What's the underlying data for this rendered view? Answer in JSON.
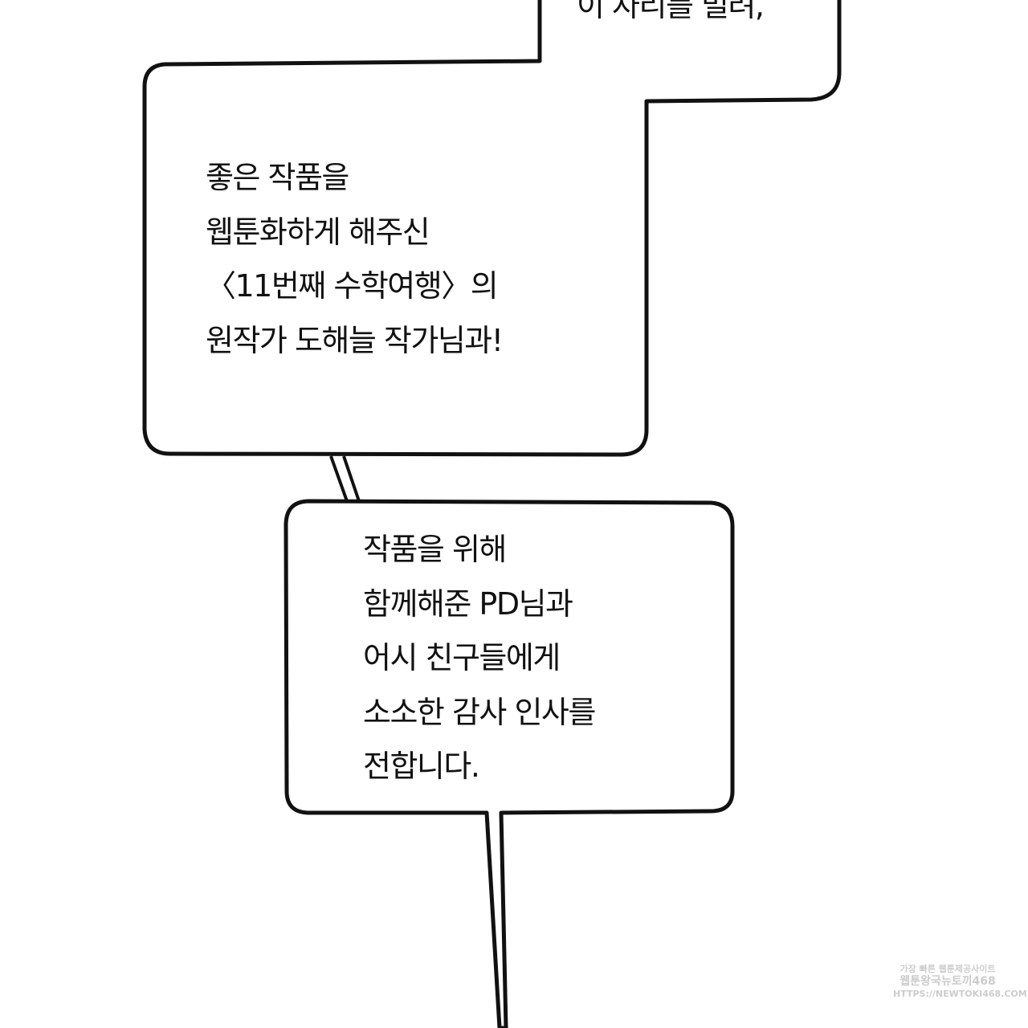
{
  "bubble_top": {
    "lines": [
      "이 자리를 빌려,"
    ]
  },
  "bubble_middle": {
    "lines": [
      "좋은 작품을",
      "웹툰화하게 해주신",
      "〈11번째 수학여행〉의",
      "원작가 도해늘 작가님과!"
    ]
  },
  "bubble_bottom": {
    "lines": [
      "작품을 위해",
      "함께해준 PD님과",
      "어시 친구들에게",
      "소소한 감사 인사를",
      "전합니다."
    ]
  },
  "watermark": {
    "lines": [
      "가장 빠른 웹툰제공사이트",
      "웹툰왕국뉴토끼468",
      "HTTPS://NEWTOKI468.COM"
    ]
  }
}
